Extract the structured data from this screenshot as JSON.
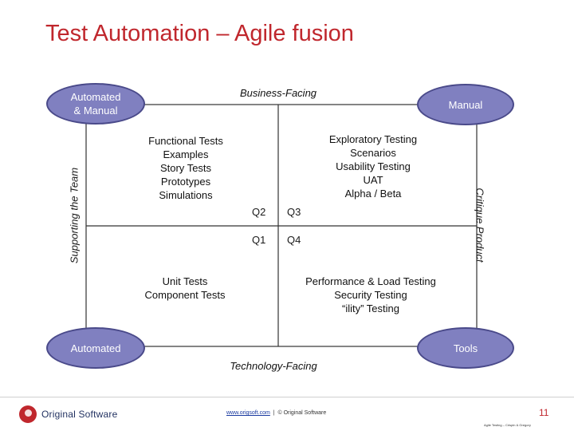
{
  "title": "Test Automation – Agile fusion",
  "axes": {
    "top": "Business-Facing",
    "bottom": "Technology-Facing",
    "left": "Supporting the Team",
    "right": "Critique Product"
  },
  "ovals": {
    "top_left": [
      "Automated",
      "& Manual"
    ],
    "top_right": "Manual",
    "bottom_left": "Automated",
    "bottom_right": "Tools"
  },
  "quadrants": {
    "q2": {
      "label": "Q2",
      "items": [
        "Functional Tests",
        "Examples",
        "Story Tests",
        "Prototypes",
        "Simulations"
      ]
    },
    "q3": {
      "label": "Q3",
      "items": [
        "Exploratory Testing",
        "Scenarios",
        "Usability Testing",
        "UAT",
        "Alpha / Beta"
      ]
    },
    "q1": {
      "label": "Q1",
      "items": [
        "Unit Tests",
        "Component Tests"
      ]
    },
    "q4": {
      "label": "Q4",
      "items": [
        "Performance & Load Testing",
        "Security Testing",
        "“ility” Testing"
      ]
    }
  },
  "footer": {
    "logo_text": "Original Software",
    "link": "www.origsoft.com",
    "separator": "|",
    "copyright": "© Original Software",
    "page_number": "11",
    "credit": "Agile Testing – Crispin & Gregory"
  },
  "colors": {
    "title": "#c0272d",
    "oval_fill": "#8080c0",
    "oval_border": "#4a4a8a",
    "lines": "#333333"
  }
}
